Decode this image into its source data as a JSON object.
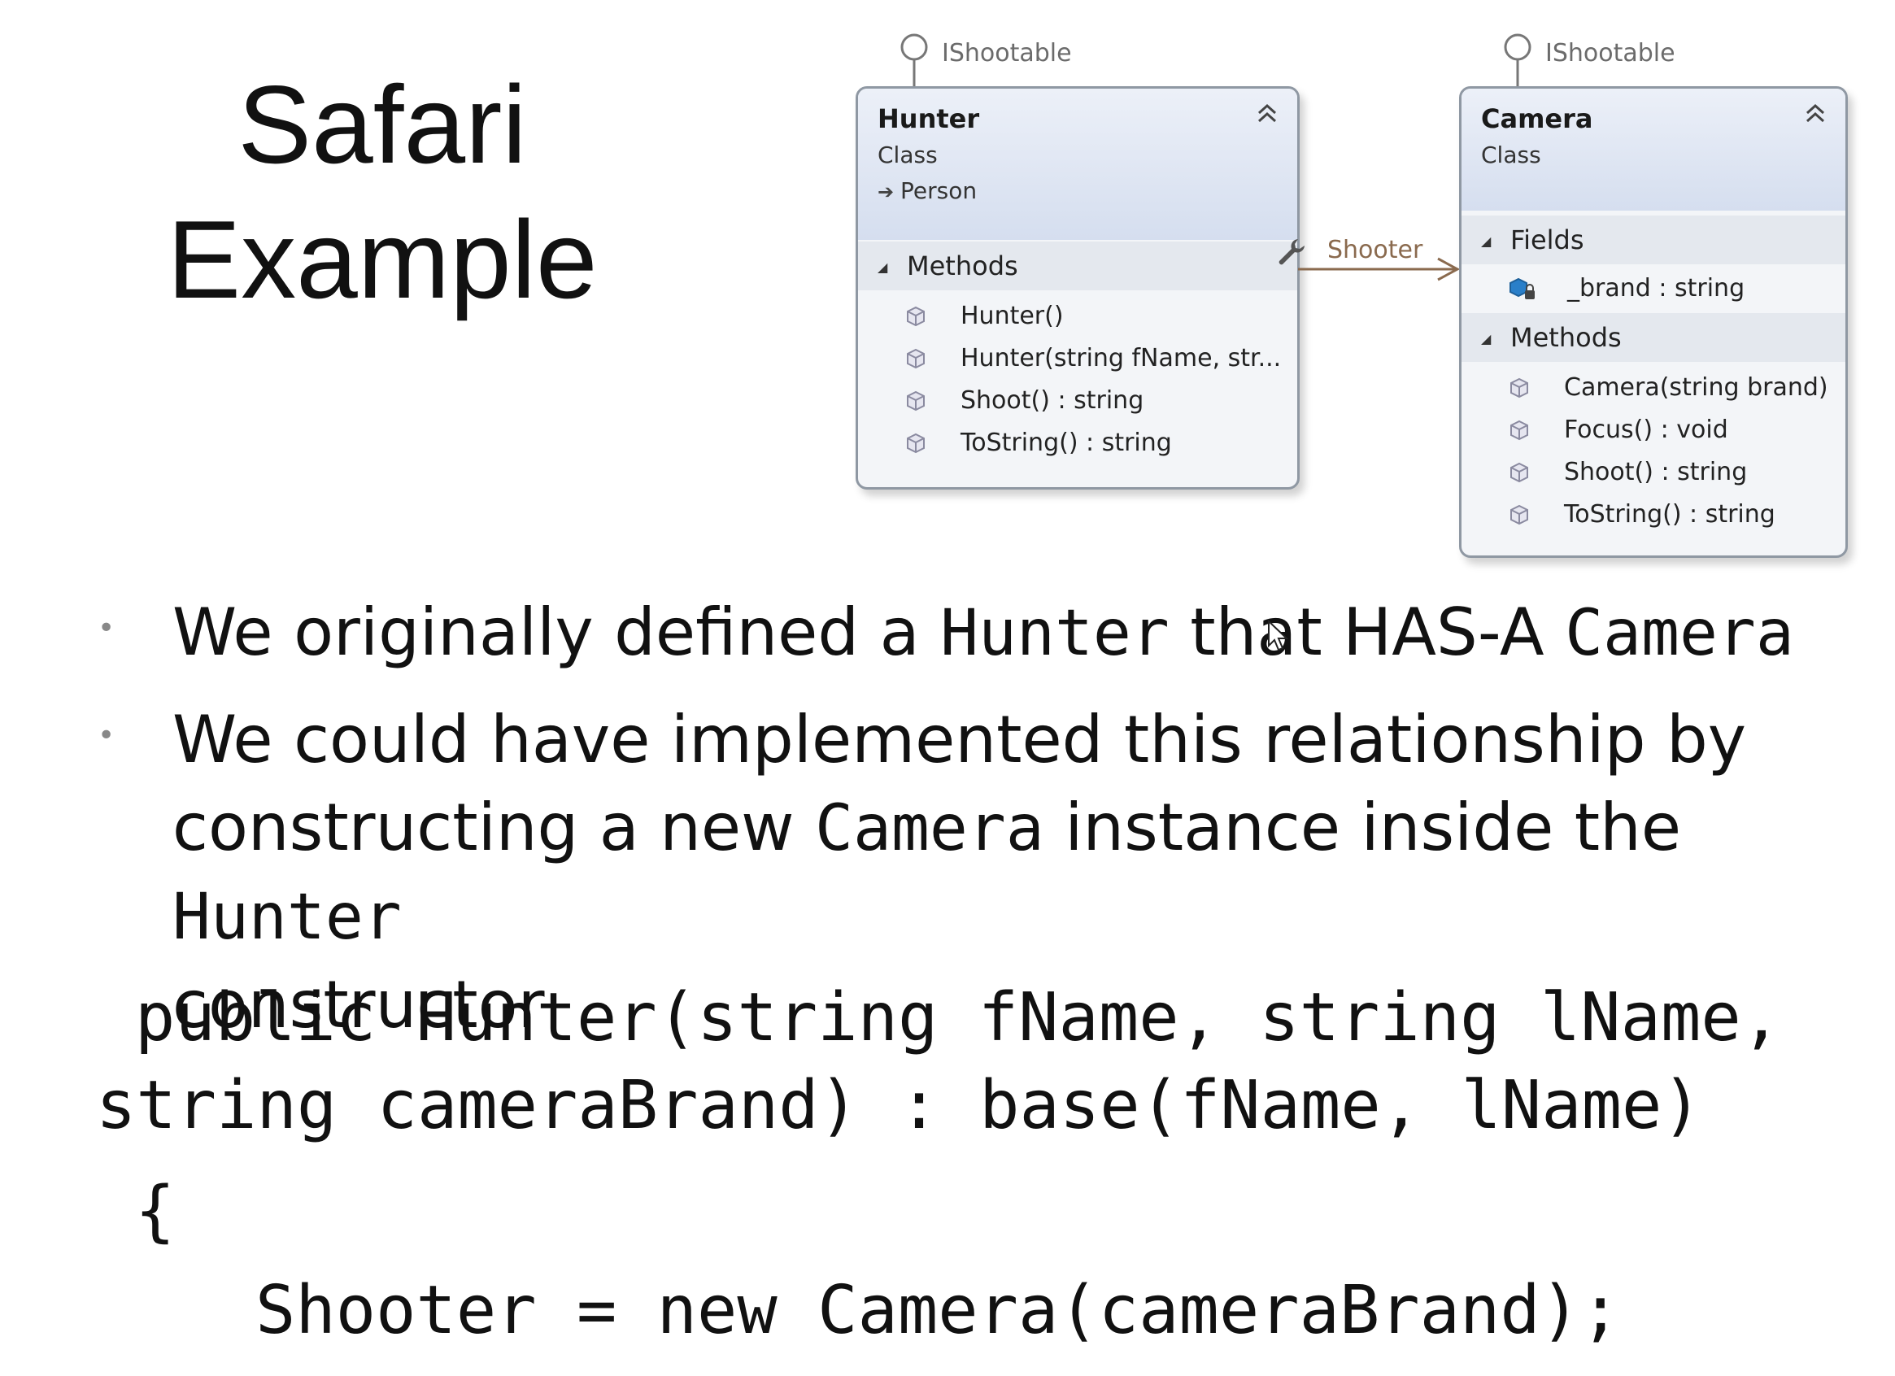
{
  "slide": {
    "title_line1": "Safari",
    "title_line2": "Example"
  },
  "diagram": {
    "hunter": {
      "interface": "IShootable",
      "name": "Hunter",
      "kind": "Class",
      "base": "Person",
      "methods_header": "Methods",
      "methods": [
        "Hunter()",
        "Hunter(string fName, str...",
        "Shoot() : string",
        "ToString() : string"
      ]
    },
    "camera": {
      "interface": "IShootable",
      "name": "Camera",
      "kind": "Class",
      "fields_header": "Fields",
      "fields": [
        "_brand : string"
      ],
      "methods_header": "Methods",
      "methods": [
        "Camera(string brand)",
        "Focus() : void",
        "Shoot() : string",
        "ToString() : string"
      ]
    },
    "association_label": "Shooter",
    "colors": {
      "box_border": "#8f98a3",
      "header_fill": "#d5deef",
      "association": "#8a6a4e",
      "interface_label": "#6b6b6b"
    }
  },
  "bullets": [
    {
      "seg1": "We originally defined a ",
      "code1": "Hunter",
      "seg2": " that HAS-A ",
      "code2": "Camera"
    },
    {
      "line1": "We could have implemented this relationship by",
      "line2_a": "constructing a new ",
      "line2_code1": "Camera",
      "line2_b": " instance inside the ",
      "line2_code2": "Hunter",
      "line3": "constructor"
    }
  ],
  "code": {
    "line1": "public Hunter(string fName, string lName,",
    "line2": "string cameraBrand) : base(fName, lName)",
    "line3": "{",
    "line4": "Shooter = new Camera(cameraBrand);"
  }
}
